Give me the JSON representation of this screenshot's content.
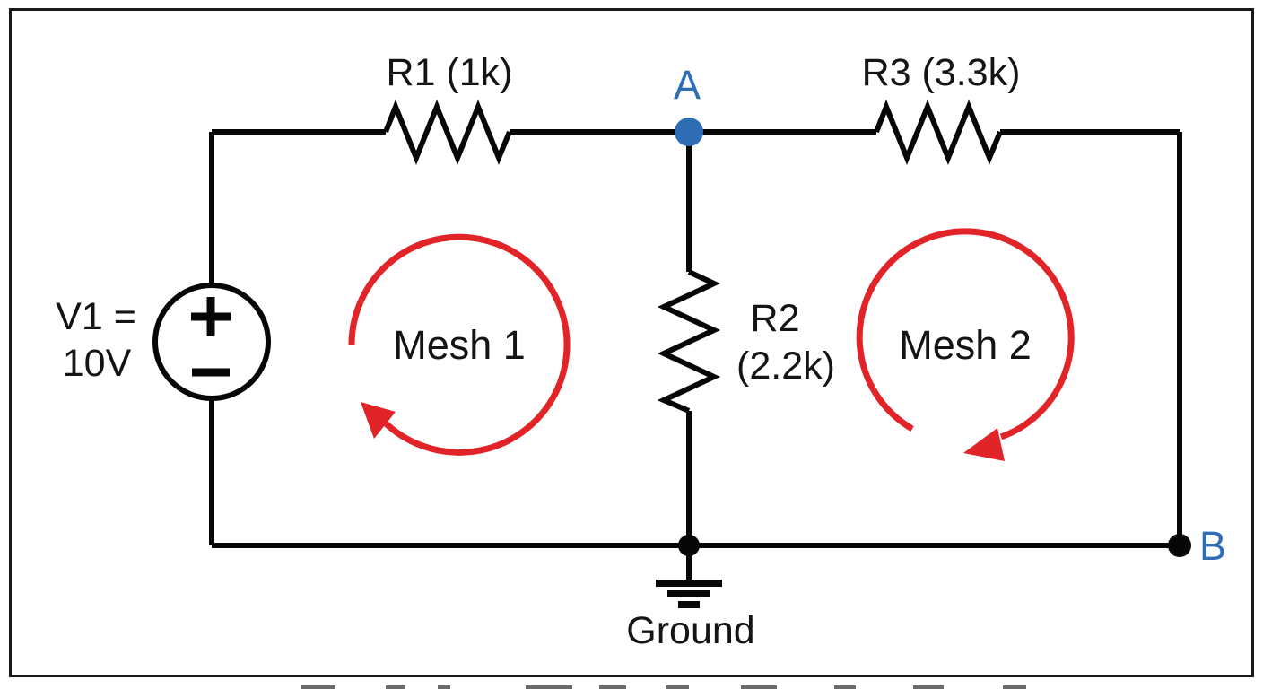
{
  "diagram_type": "circuit-schematic-mesh-analysis",
  "colors": {
    "background": "#ffffff",
    "wire": "#070707",
    "text": "#141414",
    "node_marker_blue": "#2e6db4",
    "mesh_arrow_red": "#e02428"
  },
  "source": {
    "label_line1": "V1 =",
    "label_line2": "10V",
    "polarity_top": "+",
    "polarity_bottom": "−"
  },
  "resistors": {
    "r1": {
      "label": "R1 (1k)"
    },
    "r2": {
      "name": "R2",
      "value": "(2.2k)"
    },
    "r3": {
      "label": "R3 (3.3k)"
    }
  },
  "nodes": {
    "a": "A",
    "b": "B",
    "ground": "Ground"
  },
  "meshes": {
    "mesh1": {
      "label": "Mesh 1",
      "direction": "clockwise"
    },
    "mesh2": {
      "label": "Mesh 2",
      "direction": "clockwise"
    }
  }
}
